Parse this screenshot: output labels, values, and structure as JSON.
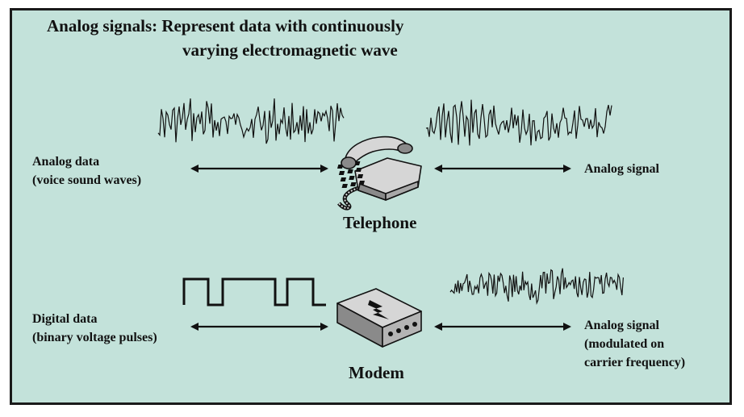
{
  "title": {
    "line1": "Analog signals: Represent data with continuously",
    "line2": "varying electromagnetic wave"
  },
  "telephone_row": {
    "left_label_1": "Analog data",
    "left_label_2": "(voice sound waves)",
    "device_label": "Telephone",
    "right_label": "Analog signal"
  },
  "modem_row": {
    "left_label_1": "Digital data",
    "left_label_2": "(binary voltage pulses)",
    "device_label": "Modem",
    "right_label_1": "Analog signal",
    "right_label_2": "(modulated on",
    "right_label_3": "carrier frequency)"
  },
  "colors": {
    "background": "#c3e2da",
    "border": "#1a1a1a",
    "ink": "#111111",
    "device_fill": "#d6d6d6",
    "device_dark": "#8a8a8a"
  },
  "icons": [
    "telephone-icon",
    "modem-icon",
    "double-arrow-icon",
    "waveform-icon",
    "square-pulse-icon"
  ]
}
